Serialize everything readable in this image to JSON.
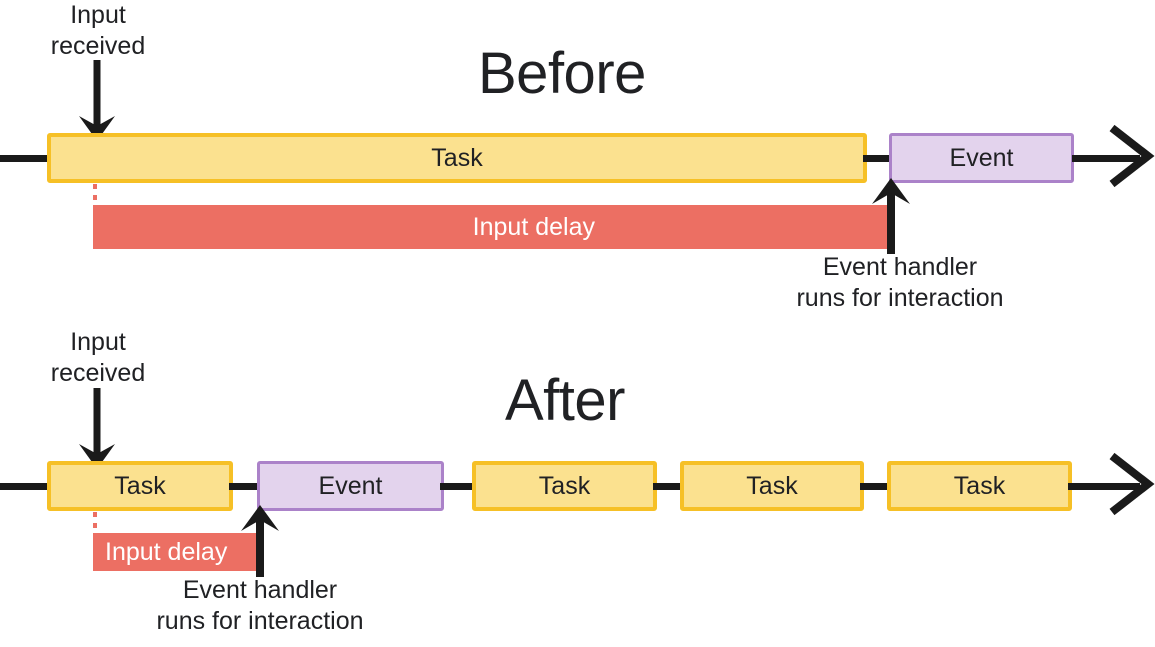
{
  "diagram": {
    "title_hidden": "",
    "sections": [
      {
        "id": "before",
        "title": "Before",
        "input_label": "Input\nreceived",
        "handler_label": "Event handler\nruns for interaction",
        "delay_label": "Input delay",
        "blocks": [
          {
            "kind": "task",
            "label": "Task"
          },
          {
            "kind": "event",
            "label": "Event"
          }
        ]
      },
      {
        "id": "after",
        "title": "After",
        "input_label": "Input\nreceived",
        "handler_label": "Event handler\nruns for interaction",
        "delay_label": "Input delay",
        "blocks": [
          {
            "kind": "task",
            "label": "Task"
          },
          {
            "kind": "event",
            "label": "Event"
          },
          {
            "kind": "task",
            "label": "Task"
          },
          {
            "kind": "task",
            "label": "Task"
          },
          {
            "kind": "task",
            "label": "Task"
          }
        ]
      }
    ],
    "colors": {
      "task_fill": "#fbe18f",
      "task_border": "#f6c026",
      "event_fill": "#e3d3ed",
      "event_border": "#ab82c9",
      "delay_fill": "#ec6f63",
      "delay_text": "#ffffff",
      "line": "#1a1a1a",
      "text": "#202124",
      "background": "#ffffff"
    }
  }
}
